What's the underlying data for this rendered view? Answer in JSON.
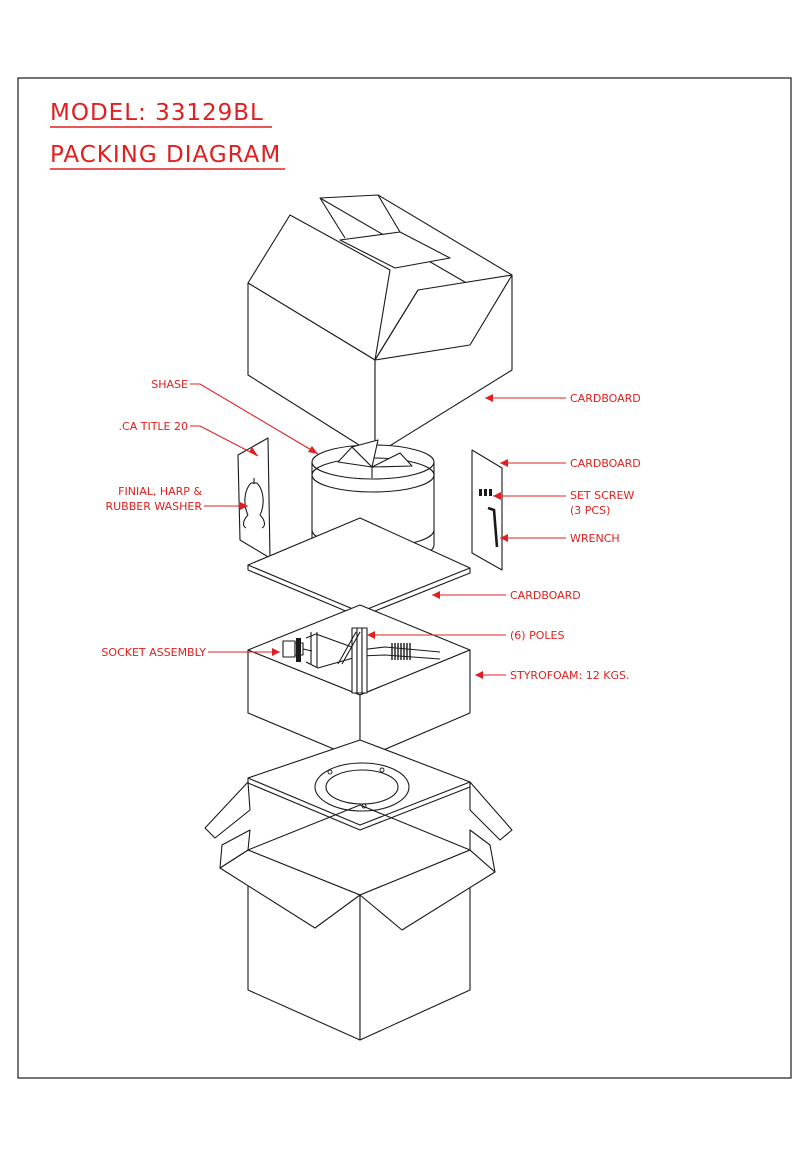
{
  "header": {
    "model": "MODEL: 33129BL",
    "diagram_title": "PACKING DIAGRAM"
  },
  "colors": {
    "label_red": "#e02020",
    "line_black": "#1a1a1a",
    "background": "#ffffff"
  },
  "callouts": {
    "shase": "SHASE",
    "ca_title": ".CA TITLE 20",
    "finial_line1": "FINIAL, HARP &",
    "finial_line2": "RUBBER WASHER",
    "socket_assembly": "SOCKET ASSEMBLY",
    "cardboard_top": "CARDBOARD",
    "cardboard_side": "CARDBOARD",
    "set_screw_line1": "SET SCREW",
    "set_screw_line2": "(3 PCS)",
    "wrench": "WRENCH",
    "cardboard_sheet": "CARDBOARD",
    "poles": "(6) POLES",
    "styrofoam": "STYROFOAM: 12 KGS."
  }
}
